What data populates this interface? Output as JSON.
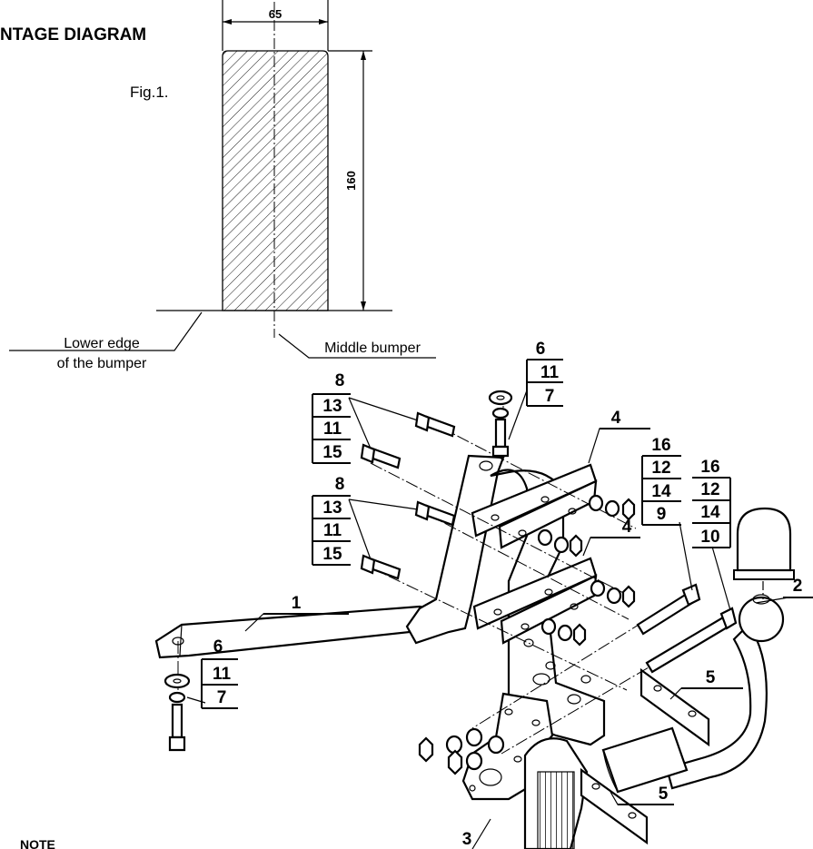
{
  "title": "NTAGE DIAGRAM",
  "figure": "Fig.1.",
  "dims": {
    "width": "65",
    "height": "160"
  },
  "labels": {
    "lower_edge_1": "Lower edge",
    "lower_edge_2": "of the bumper",
    "middle": "Middle bumper",
    "note": "NOTE"
  },
  "callouts": {
    "top_center": [
      "6",
      "11",
      "7"
    ],
    "upper_bolts": [
      "8",
      "13",
      "11",
      "15"
    ],
    "lower_bolts": [
      "8",
      "13",
      "11",
      "15"
    ],
    "right_a": [
      "16",
      "12",
      "14",
      "9"
    ],
    "right_b": [
      "16",
      "12",
      "14",
      "10"
    ],
    "bottom_left": [
      "6",
      "11",
      "7"
    ]
  },
  "parts": {
    "p1": "1",
    "p2": "2",
    "p3": "3",
    "p4a": "4",
    "p4b": "4",
    "p5a": "5",
    "p5b": "5"
  }
}
